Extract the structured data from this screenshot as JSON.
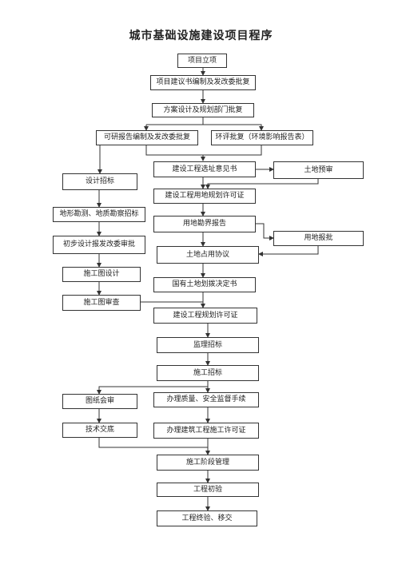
{
  "title": "城市基础设施建设项目程序",
  "nodes": {
    "project_approval": "项目立项",
    "proposal": "项目建议书编制及发改委批复",
    "scheme_design": "方案设计及规划部门批复",
    "feasibility": "可研报告编制及发改委批复",
    "env_approval": "环评批复（环境影响报告表）",
    "site_selection": "建设工程选址意见书",
    "land_pre_review": "土地预审",
    "design_bidding": "设计招标",
    "land_use_permit": "建设工程用地规划许可证",
    "survey_bidding": "地形勘测、地质勘察招标",
    "boundary_report": "用地勘界报告",
    "land_application": "用地报批",
    "prelim_design": "初步设计报发改委审批",
    "land_agreement": "土地占用协议",
    "construction_drawing": "施工图设计",
    "allocation_decision": "国有土地划拨决定书",
    "drawing_review": "施工图审查",
    "planning_permit": "建设工程规划许可证",
    "supervision_bidding": "监理招标",
    "construction_bidding": "施工招标",
    "drawing_review_meeting": "图纸会审",
    "quality_safety": "办理质量、安全监督手续",
    "technical_briefing": "技术交底",
    "construction_permit": "办理建筑工程施工许可证",
    "construction_management": "施工阶段管理",
    "initial_acceptance": "工程初验",
    "final_acceptance": "工程终验、移交"
  }
}
